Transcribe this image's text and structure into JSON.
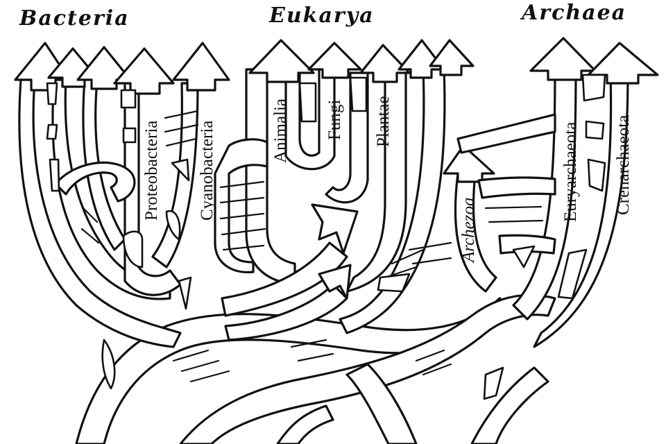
{
  "domains": {
    "bacteria": "Bacteria",
    "eukarya": "Eukarya",
    "archaea": "Archaea"
  },
  "branches": {
    "proteobacteria": "Proteobacteria",
    "cyanobacteria": "Cyanobacteria",
    "animalia": "Animalia",
    "fungi": "Fungi",
    "plantae": "Plantae",
    "archezoa": "Archezoa",
    "euryarchaeota": "Euryarchaeota",
    "crenarchaeota": "Crenarchaeota"
  }
}
